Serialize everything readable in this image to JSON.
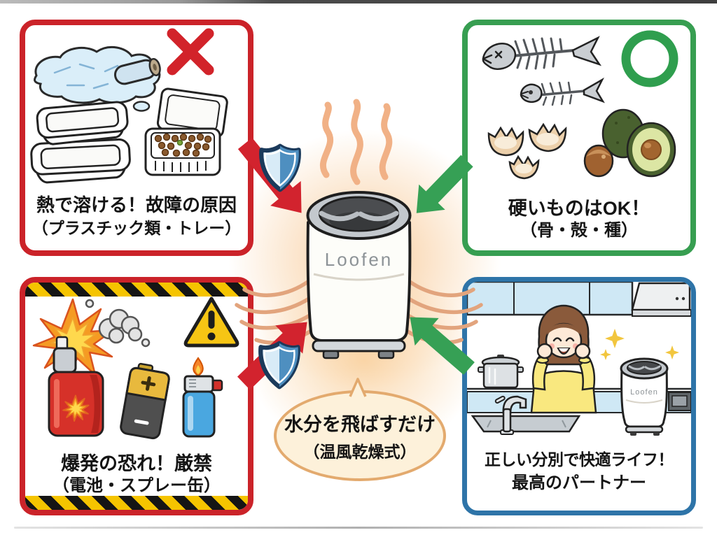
{
  "panels": {
    "no_melt": {
      "line1": "熱で溶ける！故障の原因",
      "line2": "（プラスチック類・トレー）"
    },
    "ok_hard": {
      "line1": "硬いものはOK！",
      "line2": "（骨・殻・種）"
    },
    "no_explode": {
      "line1": "爆発の恐れ！厳禁",
      "line2": "（電池・スプレー缶）"
    },
    "happy_life": {
      "line1": "正しい分別で快適ライフ！",
      "line2": "最高のパートナー"
    }
  },
  "device": {
    "brand": "Loofen"
  },
  "bubble": {
    "line1": "水分を飛ばすだけ",
    "line2": "（温風乾燥式）"
  },
  "colors": {
    "ng_red": "#cb2329",
    "ok_green": "#379e51",
    "info_blue": "#2e74a8",
    "hazard_yellow": "#f5c400",
    "bubble_border": "#e3aa6e",
    "glow_orange": "#f7c38a",
    "shield_blue": "#4e8fc0",
    "arrow_red": "#d2232e",
    "arrow_green": "#36a055"
  }
}
